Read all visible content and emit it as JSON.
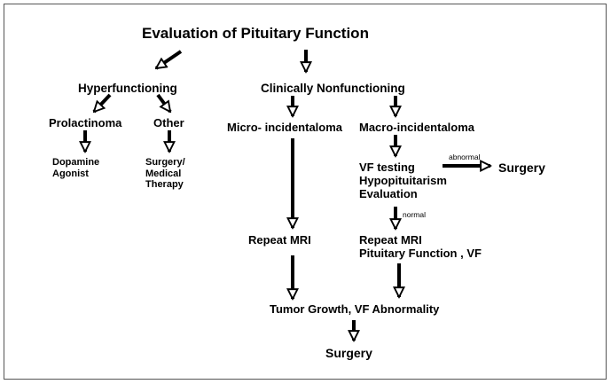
{
  "title": "Evaluation of Pituitary Function",
  "nodes": {
    "hyperfunctioning": "Hyperfunctioning",
    "clinically_nonfunctioning": "Clinically Nonfunctioning",
    "prolactinoma": "Prolactinoma",
    "other": "Other",
    "dopamine_agonist": [
      "Dopamine",
      "Agonist"
    ],
    "surgery_medical_therapy": [
      "Surgery/",
      "Medical",
      "Therapy"
    ],
    "micro_incidentaloma": "Micro- incidentaloma",
    "macro_incidentaloma": "Macro-incidentaloma",
    "vf_testing": [
      "VF testing",
      "Hypopituitarism",
      "Evaluation"
    ],
    "surgery_right": "Surgery",
    "repeat_mri_left": "Repeat MRI",
    "repeat_mri_right": [
      "Repeat MRI",
      "Pituitary Function , VF"
    ],
    "tumor_growth": "Tumor Growth, VF Abnormality",
    "surgery_final": "Surgery"
  },
  "edge_labels": {
    "abnormal": "abnormal",
    "normal": "normal"
  }
}
